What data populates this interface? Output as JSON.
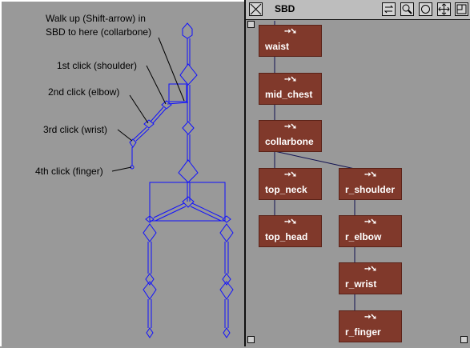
{
  "viewport": {
    "annotations": [
      "Walk up (Shift-arrow) in",
      "SBD to here (collarbone)",
      "1st click (shoulder)",
      "2nd click (elbow)",
      "3rd click (wrist)",
      "4th click (finger)"
    ],
    "skeleton_color": "#1010ff"
  },
  "sbd": {
    "title": "SBD",
    "toolbar_icons": [
      "close-icon",
      "swap-icon",
      "zoom-icon",
      "frame-icon",
      "move-icon"
    ],
    "node_color": "#80392b",
    "node_arrows": "➙➘",
    "nodes": {
      "waist": "waist",
      "mid_chest": "mid_chest",
      "collarbone": "collarbone",
      "top_neck": "top_neck",
      "top_head": "top_head",
      "r_shoulder": "r_shoulder",
      "r_elbow": "r_elbow",
      "r_wrist": "r_wrist",
      "r_finger": "r_finger"
    }
  }
}
